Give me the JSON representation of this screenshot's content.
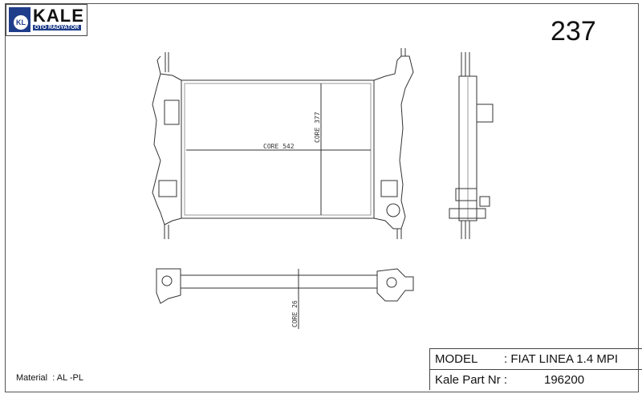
{
  "logo": {
    "brand": "KALE",
    "subtitle": "OTO RADYATÖR",
    "mark": "KL"
  },
  "drawing_number": "237",
  "dimensions": {
    "core_width": "CORE 542",
    "core_height": "CORE 377",
    "core_depth": "CORE 26"
  },
  "material": {
    "label": "Material",
    "value": ": AL -PL"
  },
  "info": {
    "model_label": "MODEL",
    "model_value": ": FIAT LINEA 1.4 MPI",
    "part_label": "Kale Part Nr :",
    "part_value": "196200"
  }
}
